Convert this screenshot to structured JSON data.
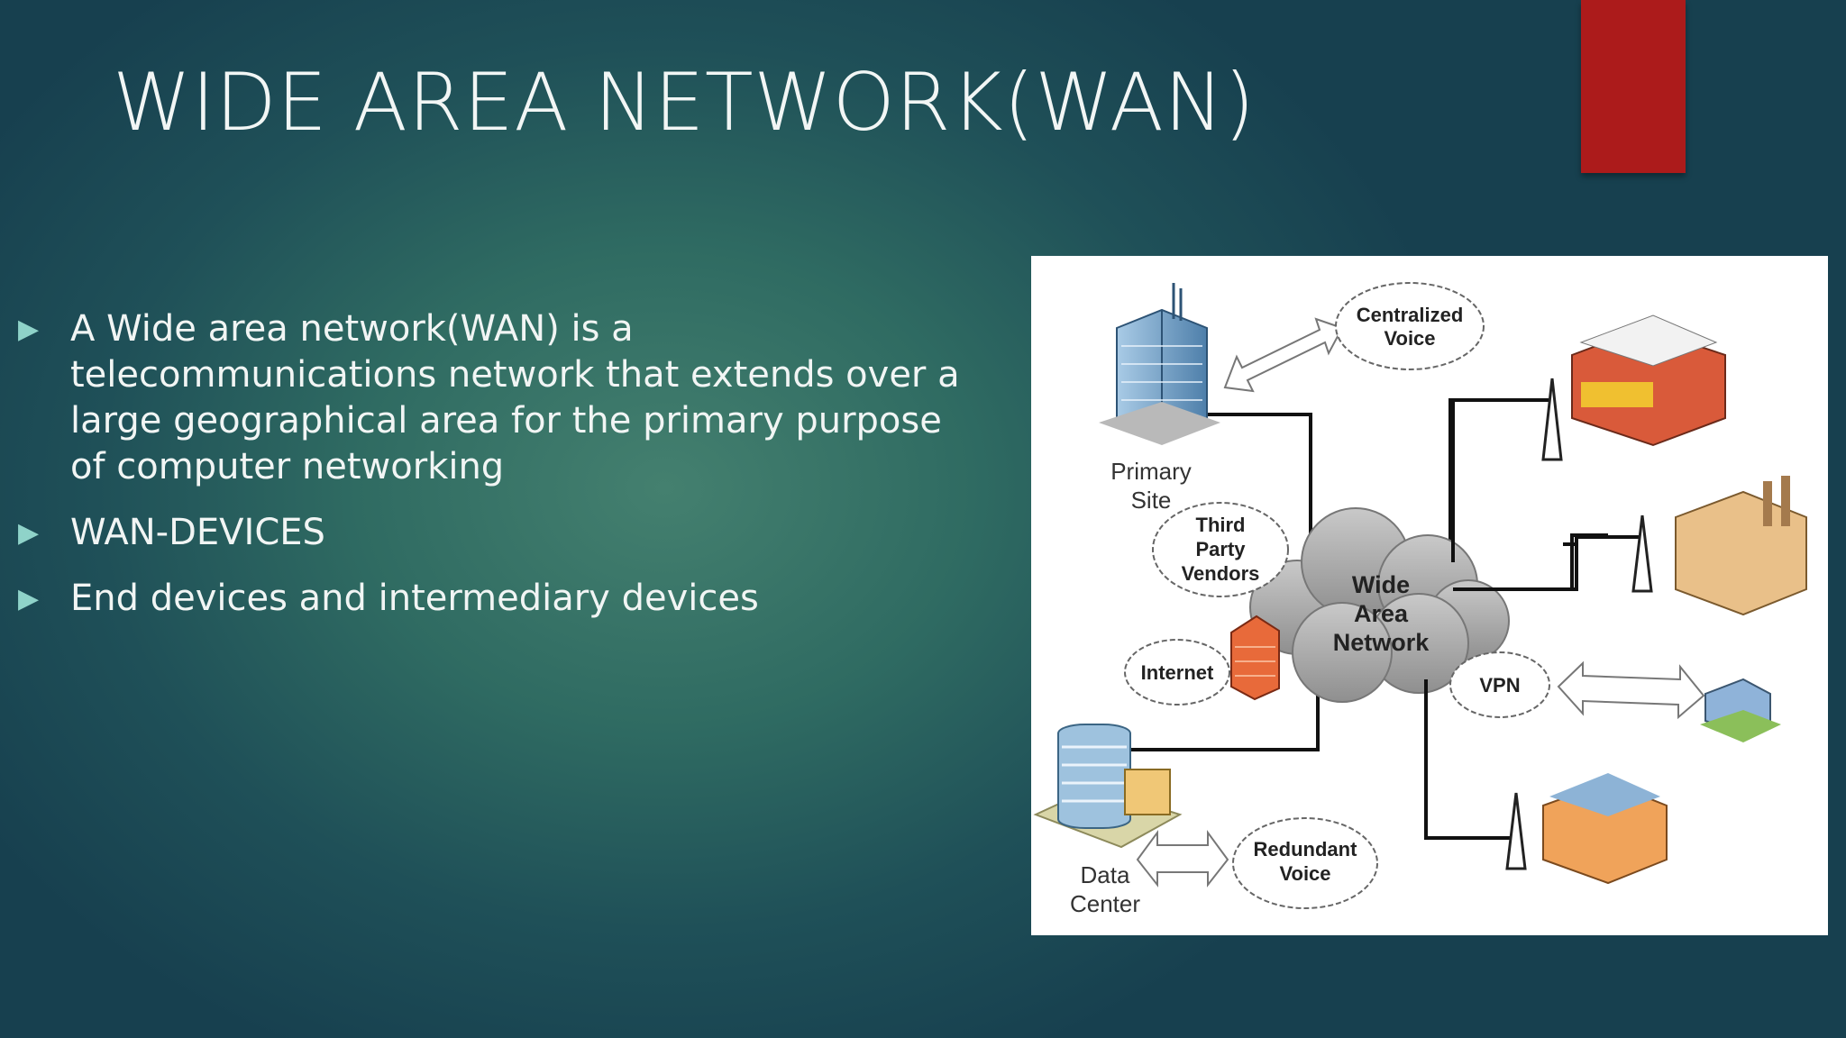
{
  "slide": {
    "title": "WIDE AREA NETWORK(WAN)",
    "accent_color": "#ac1b1b",
    "bullet_icon": "triangle-bullet-icon",
    "bullets": [
      {
        "text": "A Wide area network(WAN) is a telecommunications network that extends over a large geographical area for the primary purpose of computer networking"
      },
      {
        "text": "WAN-DEVICES"
      },
      {
        "text": "End devices and intermediary devices"
      }
    ]
  },
  "diagram": {
    "center": [
      "Wide",
      "Area",
      "Network"
    ],
    "primary_site": [
      "Primary",
      "Site"
    ],
    "data_center": [
      "Data",
      "Center"
    ],
    "centralized_voice": [
      "Centralized",
      "Voice"
    ],
    "third_party": [
      "Third",
      "Party",
      "Vendors"
    ],
    "internet": "Internet",
    "vpn": "VPN",
    "redundant_voice": [
      "Redundant",
      "Voice"
    ]
  }
}
